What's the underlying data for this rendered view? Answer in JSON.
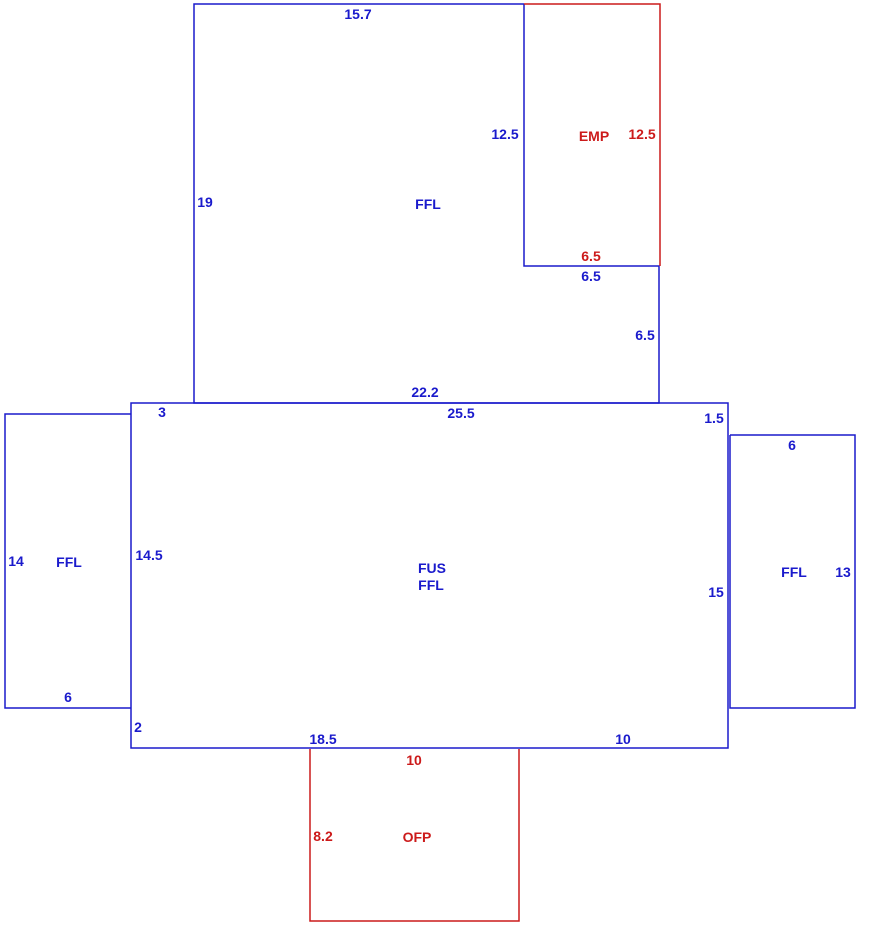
{
  "colors": {
    "blue": "#1a1acc",
    "red": "#cc1a1a"
  },
  "areas": {
    "upper_ffl": {
      "label": "FFL",
      "color": "blue"
    },
    "emp": {
      "label": "EMP",
      "color": "red"
    },
    "main": {
      "label_1": "FUS",
      "label_2": "FFL",
      "color": "blue"
    },
    "left_ffl": {
      "label": "FFL",
      "color": "blue"
    },
    "right_ffl": {
      "label": "FFL",
      "color": "blue"
    },
    "ofp": {
      "label": "OFP",
      "color": "red"
    }
  },
  "dimensions": {
    "upper_top": "15.7",
    "upper_left": "19",
    "upper_bottom": "22.2",
    "upper_inner_vertical": "12.5",
    "upper_inner_horizontal": "6.5",
    "upper_right_lower": "6.5",
    "emp_right": "12.5",
    "emp_bottom": "6.5",
    "main_top_left": "3",
    "main_top": "25.5",
    "main_top_right": "1.5",
    "main_left": "14.5",
    "main_right": "15",
    "main_bottom_left": "2",
    "main_bottom": "18.5",
    "main_bottom_right": "10",
    "left_ffl_height": "14",
    "left_ffl_width": "6",
    "right_ffl_width": "6",
    "right_ffl_height": "13",
    "ofp_width": "10",
    "ofp_height": "8.2"
  }
}
